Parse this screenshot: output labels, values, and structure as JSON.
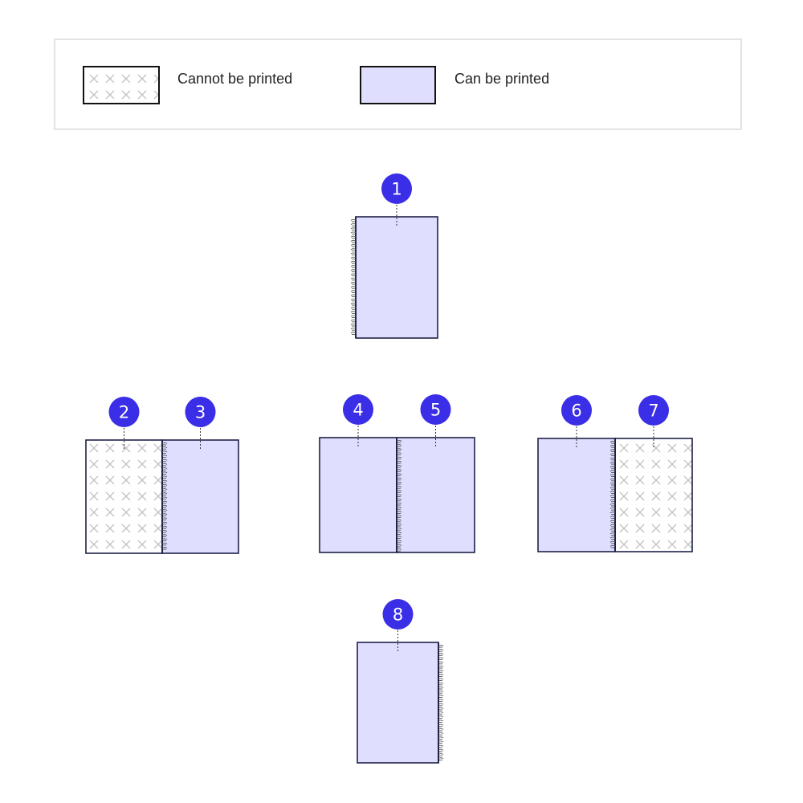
{
  "legend": {
    "not_printable_label": "Cannot be printed",
    "printable_label": "Can be printed"
  },
  "colors": {
    "printable_fill": "#e0deff",
    "page_border": "#1e2247",
    "badge": "#3a2ee6",
    "cross": "#c4c4c4",
    "legend_border": "#e3e3e3"
  },
  "pages": [
    {
      "number": "1",
      "printable": true,
      "binding": "left"
    },
    {
      "number": "2",
      "printable": false,
      "binding": "right"
    },
    {
      "number": "3",
      "printable": true,
      "binding": "left"
    },
    {
      "number": "4",
      "printable": true,
      "binding": "right"
    },
    {
      "number": "5",
      "printable": true,
      "binding": "left"
    },
    {
      "number": "6",
      "printable": true,
      "binding": "right"
    },
    {
      "number": "7",
      "printable": false,
      "binding": "left"
    },
    {
      "number": "8",
      "printable": true,
      "binding": "right"
    }
  ]
}
